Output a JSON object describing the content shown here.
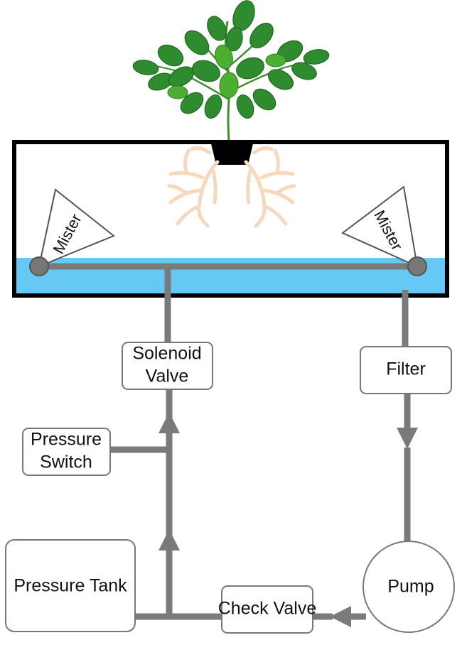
{
  "diagram": {
    "title": "",
    "colors": {
      "pipe": "#7a7a7a",
      "water": "#66c9f5",
      "tank_border": "#000000",
      "box_border": "#777777",
      "roots": "#f6d9bd",
      "leaves_dark": "#2e8b2e",
      "leaves_light": "#4caf32",
      "pot": "#000000",
      "mister_node": "#777777"
    },
    "labels": {
      "mister_left": "Mister",
      "mister_right": "Mister",
      "solenoid_valve": [
        "Solenoid",
        "Valve"
      ],
      "pressure_switch": [
        "Pressure",
        "Switch"
      ],
      "filter": "Filter",
      "pressure_tank": "Pressure Tank",
      "check_valve": "Check Valve",
      "pump": "Pump"
    },
    "icons": {
      "plant": "plant-icon",
      "roots": "roots-icon",
      "pot": "net-pot-icon",
      "flow_arrow": "flow-arrow-icon"
    },
    "flow": [
      "Pump",
      "Check Valve",
      "Pressure Tank",
      "Pressure Switch",
      "Solenoid Valve",
      "Mister",
      "Filter",
      "Pump"
    ]
  }
}
